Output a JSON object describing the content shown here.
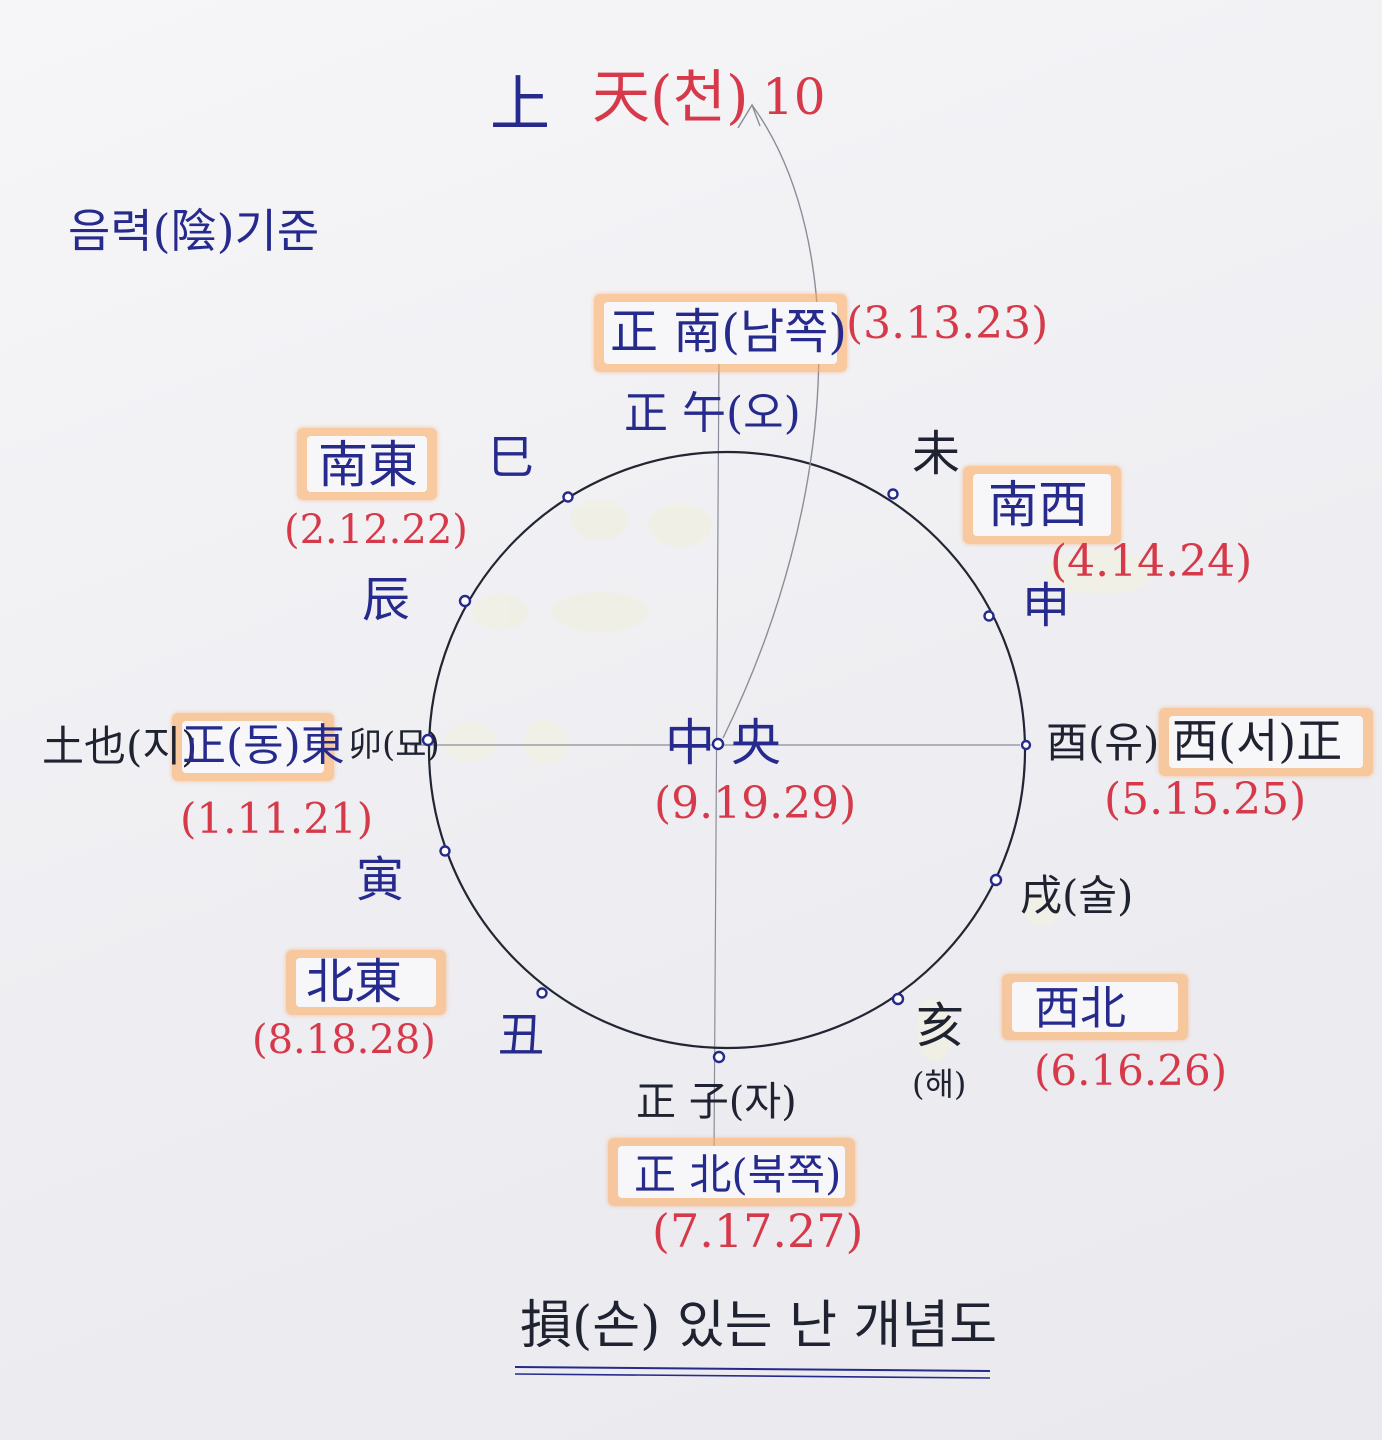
{
  "top": {
    "sang": "上",
    "cheon": "天(천)",
    "number": "10"
  },
  "basis": "음력(陰)기준",
  "center": {
    "label": "中 央",
    "numbers": "(9.19.29)"
  },
  "directions": {
    "south": {
      "name": "正 南(남쪽)",
      "numbers": "(3.13.23)"
    },
    "southeast": {
      "name": "南東",
      "numbers": "(2.12.22)"
    },
    "southwest": {
      "name": "南西",
      "numbers": "(4.14.24)"
    },
    "east": {
      "prefix": "土也(지)",
      "name": "正(동)東",
      "numbers": "(1.11.21)"
    },
    "west": {
      "name": "西(서)正",
      "numbers": "(5.15.25)"
    },
    "northeast": {
      "name": "北東",
      "numbers": "(8.18.28)"
    },
    "northwest": {
      "name": "西北",
      "numbers": "(6.16.26)"
    },
    "north": {
      "name": "正 北(북쪽)",
      "numbers": "(7.17.27)"
    }
  },
  "branches": {
    "o": "正 午(오)",
    "sa": "巳",
    "mi": "未",
    "jin": "辰",
    "sin": "申",
    "myo": "卯(묘)",
    "yu": "酉(유)",
    "in": "寅",
    "sul": "戌(술)",
    "chuk": "丑",
    "hae": "亥",
    "hae_read": "(해)",
    "ja": "正 子(자)"
  },
  "caption": "損(손) 있는 난 개념도",
  "colors": {
    "ink_blue": "#262a8c",
    "ink_red": "#d63a4a",
    "highlight": "#ffaa5a",
    "circle": "#222633"
  }
}
